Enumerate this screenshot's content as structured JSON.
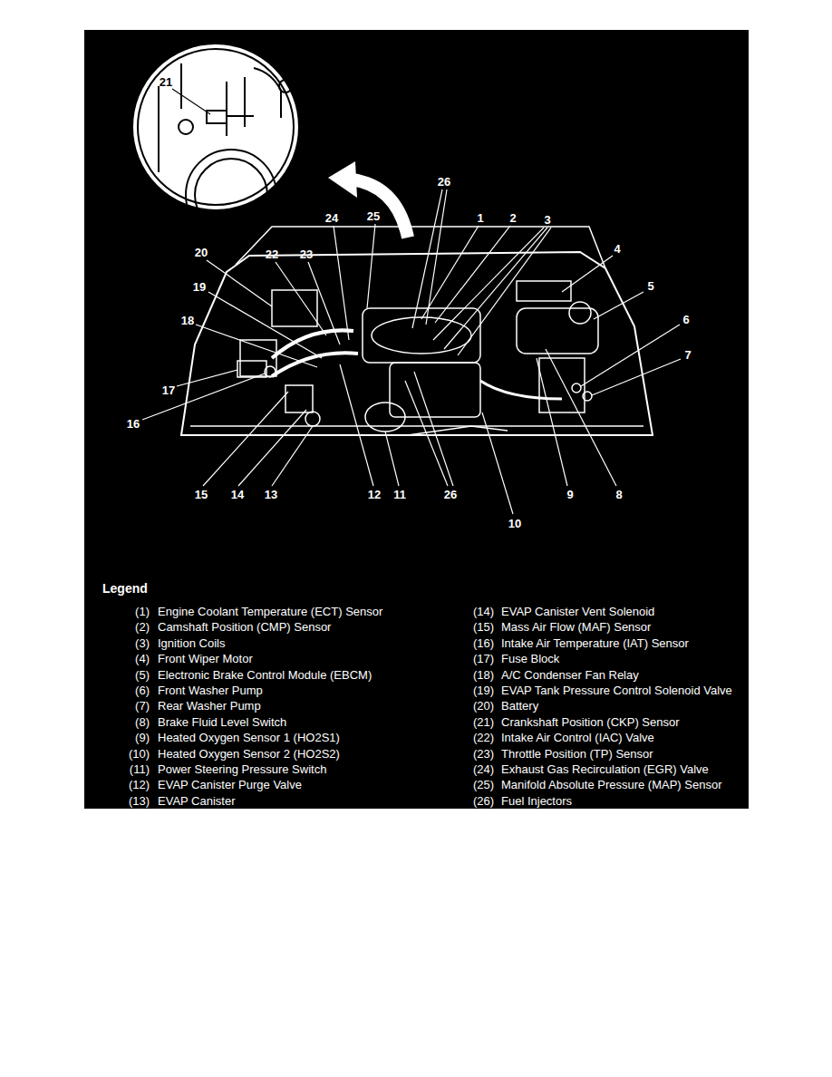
{
  "diagram": {
    "labels": [
      "21",
      "26",
      "24",
      "25",
      "1",
      "2",
      "3",
      "4",
      "20",
      "22",
      "23",
      "5",
      "19",
      "6",
      "18",
      "7",
      "17",
      "16",
      "15",
      "14",
      "13",
      "12",
      "11",
      "26",
      "9",
      "8",
      "10",
      "Legend",
      "(1)",
      "Engine Coolant Temperature (ECT) Sensor",
      "(2)",
      "Camshaft Position (CMP) Sensor",
      "(3)",
      "Ignition Coils",
      "(4)",
      "Front Wiper Motor",
      "(5)",
      "Electronic Brake Control Module (EBCM)",
      "(6)",
      "Front Washer Pump",
      "(7)",
      "Rear Washer Pump",
      "(8)",
      "Brake Fluid Level Switch",
      "(9)",
      "Heated Oxygen Sensor 1 (HO2S1)",
      "(10)",
      "Heated Oxygen Sensor 2 (HO2S2)",
      "(11)",
      "Power Steering Pressure Switch",
      "(12)",
      "EVAP Canister Purge Valve",
      "(13)",
      "EVAP Canister",
      "(14)",
      "EVAP Canister Vent Solenoid",
      "(15)",
      "Mass Air Flow (MAF) Sensor",
      "(16)",
      "Intake Air Temperature (IAT) Sensor",
      "(17)",
      "Fuse Block",
      "(18)",
      "A/C Condenser Fan Relay",
      "(19)",
      "EVAP Tank Pressure Control Solenoid Valve",
      "(20)",
      "Battery",
      "(21)",
      "Crankshaft Position (CKP) Sensor",
      "(22)",
      "Intake Air Control (IAC) Valve",
      "(23)",
      "Throttle Position (TP) Sensor",
      "(24)",
      "Exhaust Gas Recirculation (EGR) Valve",
      "(25)",
      "Manifold Absolute Pressure (MAP) Sensor",
      "(26)",
      "Fuel Injectors"
    ]
  }
}
